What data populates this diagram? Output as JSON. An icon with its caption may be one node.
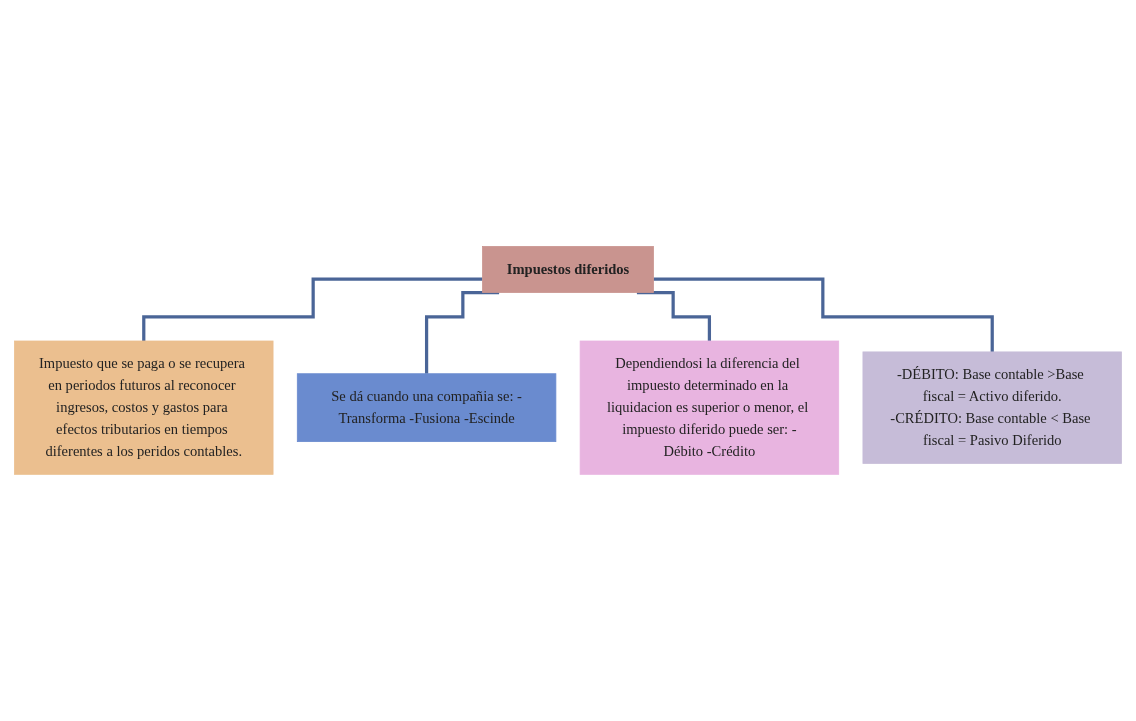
{
  "diagram": {
    "nodes": [
      {
        "text": [
          "Impuestos diferidos"
        ]
      },
      {
        "text": [
          "Impuesto que se paga o se recupera en periodos futuros al reconocer ingresos, costos y gastos para efectos tributarios en tiempos diferentes a los peridos contables."
        ]
      },
      {
        "text": [
          "Se dá cuando una compañia se: -Transforma -Fusiona -Escinde"
        ]
      },
      {
        "text": [
          "Dependiendosi la diferencia del impuesto determinado en la liquidacion es superior o menor, el impuesto diferido puede ser: -Débito -Crédito"
        ]
      },
      {
        "text": [
          "-DÉBITO: Base contable >Base fiscal = Activo diferido.",
          "-CRÉDITO: Base contable < Base fiscal = Pasivo Diferido"
        ]
      }
    ],
    "edges": [
      {
        "from": 0,
        "to": 1,
        "arrow": "none"
      },
      {
        "from": 0,
        "to": 2,
        "arrow": "none"
      },
      {
        "from": 0,
        "to": 3,
        "arrow": "none"
      },
      {
        "from": 0,
        "to": 4,
        "arrow": "none"
      }
    ]
  }
}
